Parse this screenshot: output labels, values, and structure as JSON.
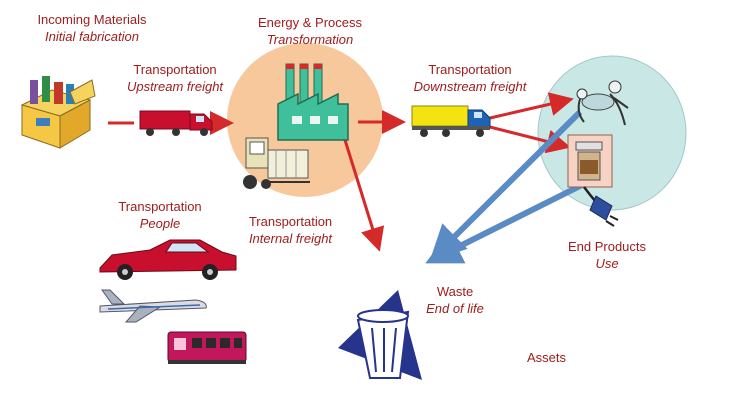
{
  "labels": {
    "incoming": {
      "title": "Incoming Materials",
      "subtitle": "Initial fabrication"
    },
    "upstream": {
      "title": "Transportation",
      "subtitle": "Upstream freight"
    },
    "energy": {
      "title": "Energy & Process",
      "subtitle": "Transformation"
    },
    "downstream": {
      "title": "Transportation",
      "subtitle": "Downstream freight"
    },
    "people": {
      "title": "Transportation",
      "subtitle": "People"
    },
    "internal": {
      "title": "Transportation",
      "subtitle": "Internal freight"
    },
    "end_products": {
      "title": "End Products",
      "subtitle": "Use"
    },
    "waste": {
      "title": "Waste",
      "subtitle": "End of life"
    },
    "assets": "Assets"
  },
  "colors": {
    "label_text": "#a01d1d",
    "flow_arrow": "#d42a2a",
    "waste_arrow": "#5b8bc4",
    "factory_circle": "#f7c89b",
    "use_circle": "#c9e7e4",
    "factory": "#3fbf9a",
    "truck_cab": "#1f63b5",
    "truck_box": "#f2e311",
    "car": "#c8102e",
    "bus": "#c2185b",
    "bin": "#27348b"
  }
}
